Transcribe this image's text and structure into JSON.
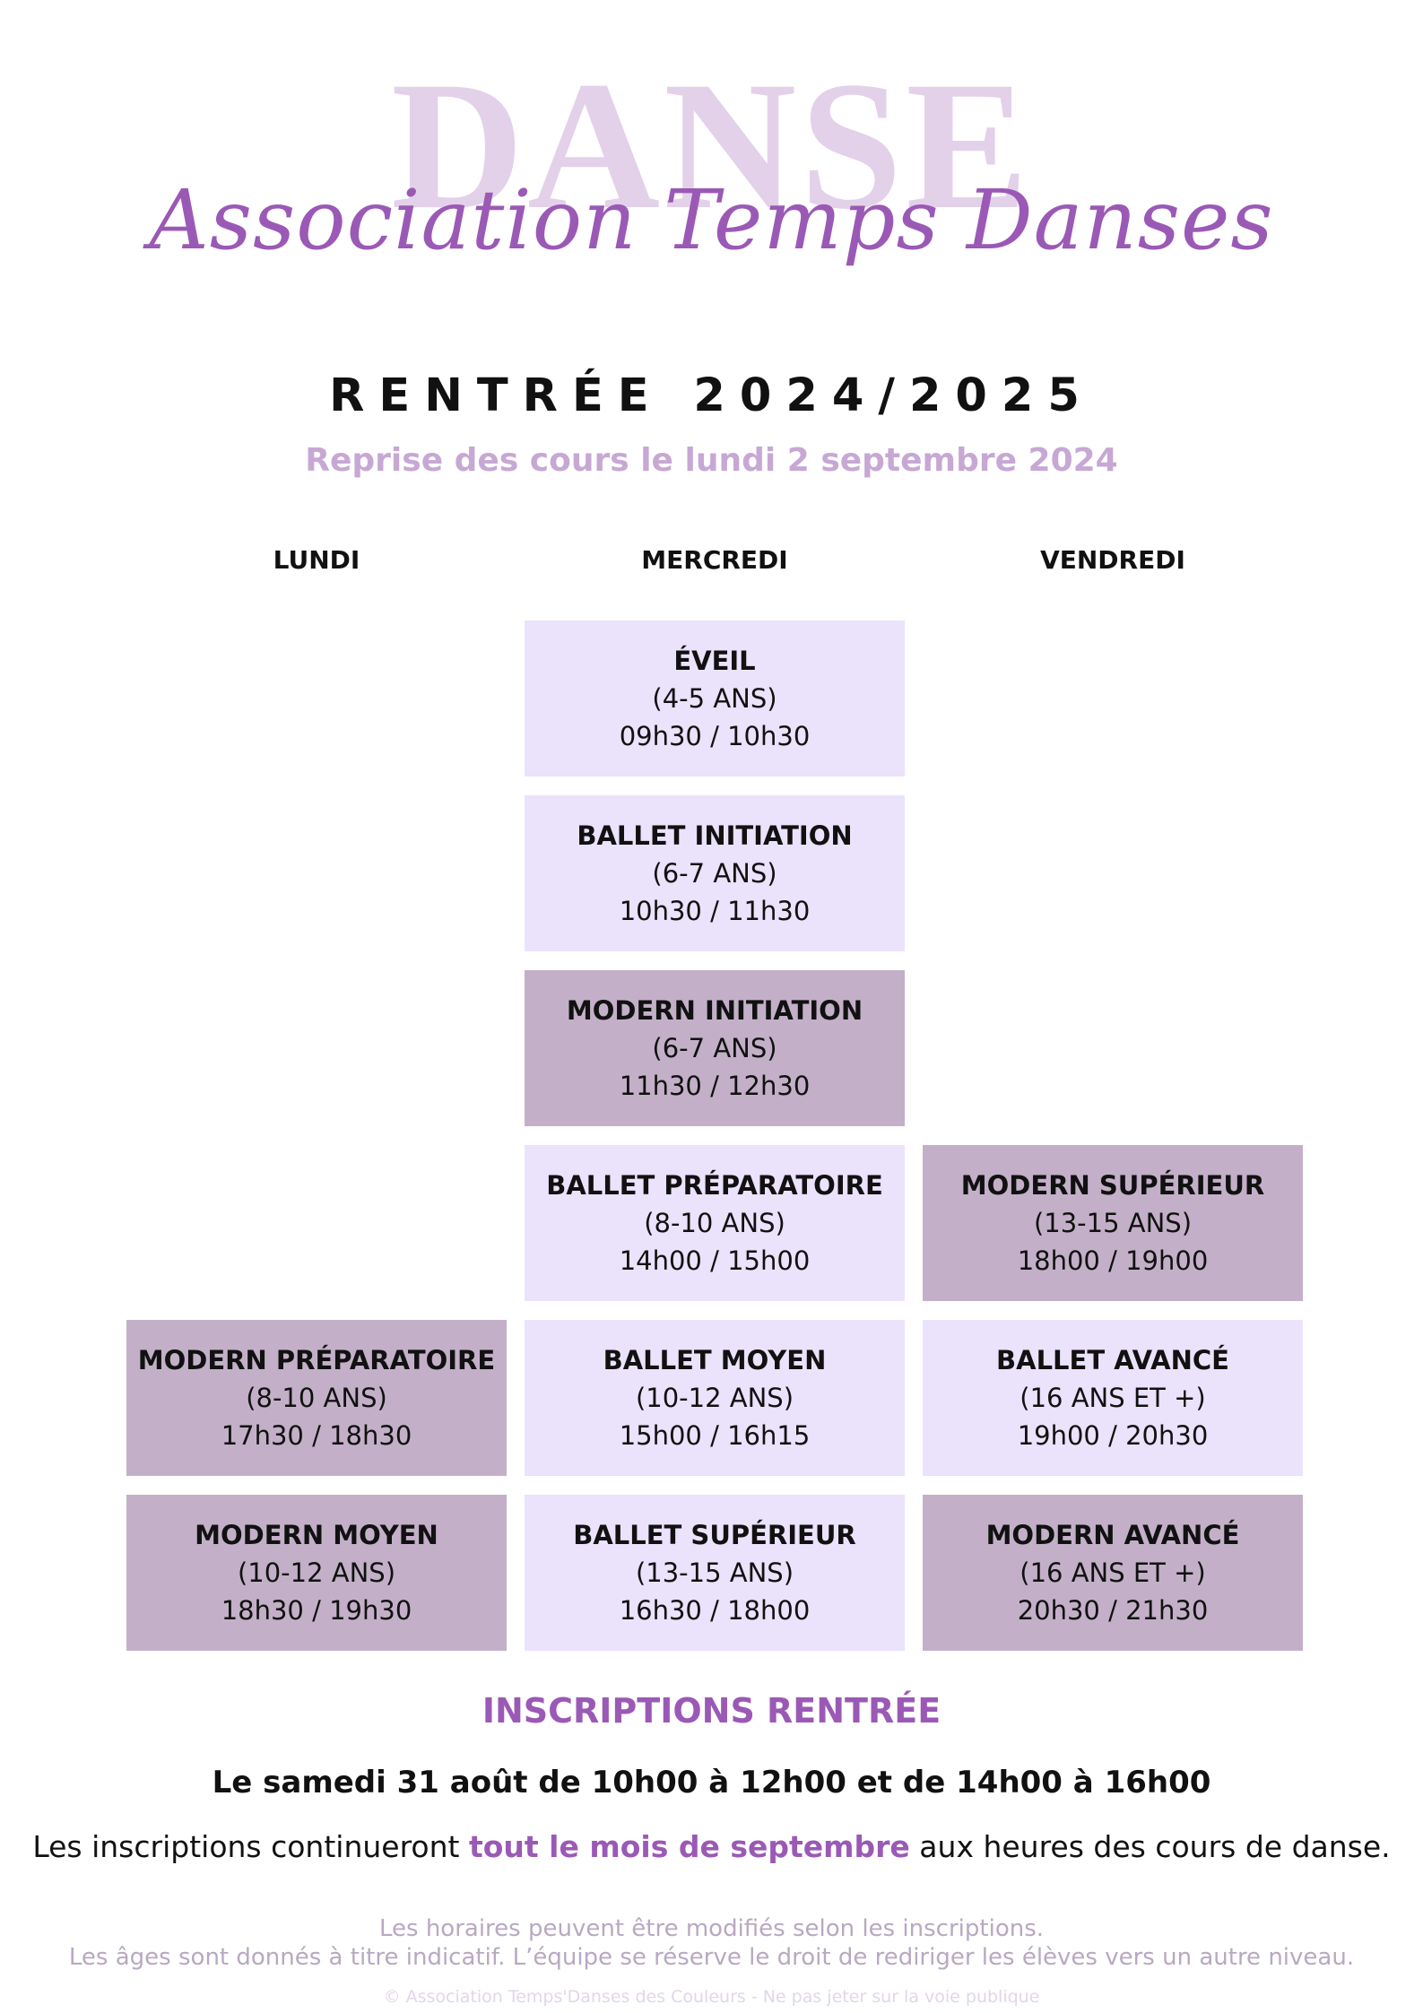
{
  "header": {
    "logo_word": "DANSE",
    "logo_script": "Association Temps Danses",
    "title": "RENTRÉE 2024/2025",
    "subtitle": "Reprise des cours le lundi 2 septembre 2024"
  },
  "days": [
    "LUNDI",
    "MERCREDI",
    "VENDREDI"
  ],
  "colors": {
    "accent": "#9b59b6",
    "light_block": "#ebe2fc",
    "dark_block": "#c3b0c8",
    "subtitle": "#c7a8d4"
  },
  "courses": {
    "lundi": [
      {
        "name": "MODERN PRÉPARATOIRE",
        "age": "(8-10 ANS)",
        "time": "17h30 / 18h30",
        "style": "dark"
      },
      {
        "name": "MODERN MOYEN",
        "age": "(10-12 ANS)",
        "time": "18h30 / 19h30",
        "style": "dark"
      }
    ],
    "mercredi": [
      {
        "name": "ÉVEIL",
        "age": "(4-5 ANS)",
        "time": "09h30 / 10h30",
        "style": "light"
      },
      {
        "name": "BALLET INITIATION",
        "age": "(6-7 ANS)",
        "time": "10h30 / 11h30",
        "style": "light"
      },
      {
        "name": "MODERN INITIATION",
        "age": "(6-7 ANS)",
        "time": "11h30 / 12h30",
        "style": "dark"
      },
      {
        "name": "BALLET PRÉPARATOIRE",
        "age": "(8-10 ANS)",
        "time": "14h00 / 15h00",
        "style": "light"
      },
      {
        "name": "BALLET MOYEN",
        "age": "(10-12 ANS)",
        "time": "15h00 / 16h15",
        "style": "light"
      },
      {
        "name": "BALLET SUPÉRIEUR",
        "age": "(13-15 ANS)",
        "time": "16h30 / 18h00",
        "style": "light"
      }
    ],
    "vendredi": [
      {
        "name": "MODERN SUPÉRIEUR",
        "age": "(13-15 ANS)",
        "time": "18h00 / 19h00",
        "style": "dark"
      },
      {
        "name": "BALLET AVANCÉ",
        "age": "(16 ANS ET +)",
        "time": "19h00 / 20h30",
        "style": "light"
      },
      {
        "name": "MODERN AVANCÉ",
        "age": "(16 ANS ET +)",
        "time": "20h30 / 21h30",
        "style": "dark"
      }
    ]
  },
  "inscriptions": {
    "title": "INSCRIPTIONS RENTRÉE",
    "date": "Le samedi 31 août de 10h00 à 12h00 et de 14h00 à 16h00",
    "cont_before": "Les inscriptions continueront ",
    "cont_highlight": "tout le mois de septembre",
    "cont_after": " aux heures des cours de danse."
  },
  "notes": {
    "line1": "Les horaires peuvent être modifiés selon les inscriptions.",
    "line2": "Les âges sont donnés à titre indicatif. L’équipe se réserve le droit de rediriger les élèves vers un autre niveau.",
    "copyright": "© Association Temps'Danses des Couleurs - Ne pas jeter sur la voie publique"
  }
}
